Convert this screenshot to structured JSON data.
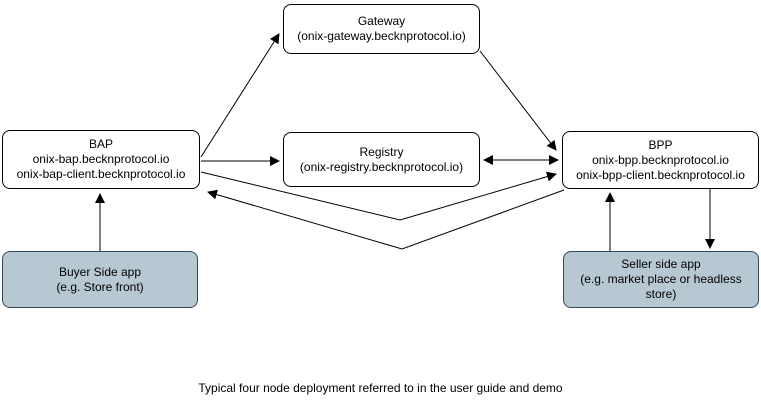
{
  "caption": "Typical four node deployment referred to in the user guide and demo",
  "nodes": {
    "gateway": {
      "line1": "Gateway",
      "line2": "(onix-gateway.becknprotocol.io)"
    },
    "bap": {
      "line1": "BAP",
      "line2": "onix-bap.becknprotocol.io",
      "line3": "onix-bap-client.becknprotocol.io"
    },
    "registry": {
      "line1": "Registry",
      "line2": "(onix-registry.becknprotocol.io)"
    },
    "bpp": {
      "line1": "BPP",
      "line2": "onix-bpp.becknprotocol.io",
      "line3": "onix-bpp-client.becknprotocol.io"
    },
    "buyer_app": {
      "line1": "Buyer Side app",
      "line2": "(e.g. Store front)"
    },
    "seller_app": {
      "line1": "Seller side app",
      "line2": "(e.g. market place or headless store)"
    }
  },
  "connections": [
    {
      "from": "bap",
      "to": "gateway",
      "arrows": "end"
    },
    {
      "from": "bap",
      "to": "registry",
      "arrows": "end"
    },
    {
      "from": "registry",
      "to": "bpp",
      "arrows": "both"
    },
    {
      "from": "gateway",
      "to": "bpp",
      "arrows": "end"
    },
    {
      "from": "bap",
      "to": "bpp",
      "arrows": "end"
    },
    {
      "from": "bpp",
      "to": "bap",
      "arrows": "end"
    },
    {
      "from": "buyer_app",
      "to": "bap",
      "arrows": "end"
    },
    {
      "from": "seller_app",
      "to": "bpp",
      "arrows": "end"
    },
    {
      "from": "bpp",
      "to": "seller_app",
      "arrows": "end"
    }
  ],
  "colors": {
    "node_fill": "#ffffff",
    "node_border": "#000000",
    "app_fill": "#b8c8d3",
    "app_border": "#35495c",
    "arrow": "#000000",
    "text": "#000000"
  }
}
